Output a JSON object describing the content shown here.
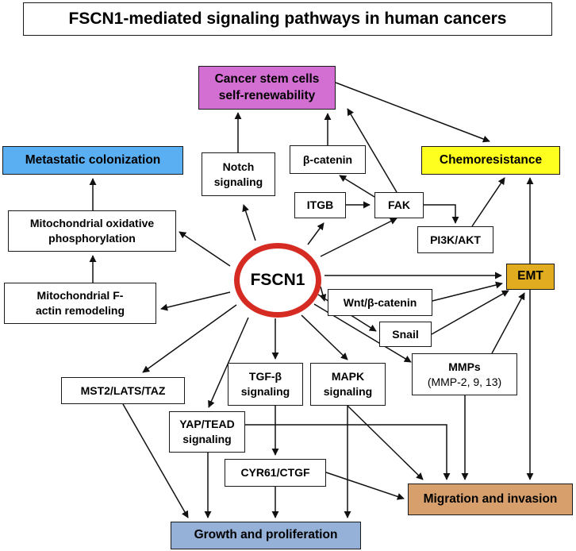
{
  "title": "FSCN1-mediated signaling pathways in human cancers",
  "hub": "FSCN1",
  "colors": {
    "hub_ring": "#d62b23",
    "cancer_stem": "#d36fd3",
    "metastatic": "#5aaef2",
    "chemoresistance": "#ffff1f",
    "emt": "#e2ac21",
    "migration": "#d79f6c",
    "growth": "#95b1d8"
  },
  "nodes": {
    "cancer_stem": [
      "Cancer stem cells",
      "self-renewability"
    ],
    "metastatic": [
      "Metastatic colonization"
    ],
    "chemoresistance": [
      "Chemoresistance"
    ],
    "notch": [
      "Notch",
      "signaling"
    ],
    "beta_catenin": [
      "β-catenin"
    ],
    "itgb": [
      "ITGB"
    ],
    "fak": [
      "FAK"
    ],
    "mito_ox": [
      "Mitochondrial oxidative",
      "phosphorylation"
    ],
    "pi3k": [
      "PI3K/AKT"
    ],
    "emt": [
      "EMT"
    ],
    "mito_actin": [
      "Mitochondrial F-",
      "actin remodeling"
    ],
    "wnt": [
      "Wnt/β-catenin"
    ],
    "snail": [
      "Snail"
    ],
    "mst2": [
      "MST2/LATS/TAZ"
    ],
    "tgf": [
      "TGF-β",
      "signaling"
    ],
    "mapk": [
      "MAPK",
      "signaling"
    ],
    "mmps": [
      "MMPs",
      "(MMP-2, 9, 13)"
    ],
    "yap": [
      "YAP/TEAD",
      "signaling"
    ],
    "cyr61": [
      "CYR61/CTGF"
    ],
    "migration": [
      "Migration and invasion"
    ],
    "growth": [
      "Growth and proliferation"
    ]
  },
  "edges": [
    [
      "hub",
      "notch"
    ],
    [
      "hub",
      "itgb"
    ],
    [
      "hub",
      "fak"
    ],
    [
      "hub",
      "mito_ox"
    ],
    [
      "hub",
      "mito_actin"
    ],
    [
      "hub",
      "emt"
    ],
    [
      "hub",
      "wnt"
    ],
    [
      "hub",
      "snail"
    ],
    [
      "hub",
      "mmps"
    ],
    [
      "hub",
      "mapk"
    ],
    [
      "hub",
      "tgf"
    ],
    [
      "hub",
      "yap"
    ],
    [
      "hub",
      "mst2"
    ],
    [
      "mito_actin",
      "mito_ox"
    ],
    [
      "mito_ox",
      "metastatic"
    ],
    [
      "notch",
      "cancer_stem"
    ],
    [
      "beta_catenin",
      "cancer_stem"
    ],
    [
      "fak",
      "cancer_stem"
    ],
    [
      "cancer_stem",
      "chemoresistance"
    ],
    [
      "fak",
      "beta_catenin"
    ],
    [
      "itgb",
      "fak"
    ],
    [
      "fak",
      "pi3k"
    ],
    [
      "pi3k",
      "chemoresistance"
    ],
    [
      "emt",
      "chemoresistance"
    ],
    [
      "wnt",
      "emt"
    ],
    [
      "snail",
      "emt"
    ],
    [
      "mmps",
      "emt"
    ],
    [
      "emt",
      "migration"
    ],
    [
      "mmps",
      "migration"
    ],
    [
      "mapk",
      "migration"
    ],
    [
      "yap",
      "migration"
    ],
    [
      "cyr61",
      "migration"
    ],
    [
      "tgf",
      "cyr61"
    ],
    [
      "yap",
      "growth"
    ],
    [
      "cyr61",
      "growth"
    ],
    [
      "mapk",
      "growth"
    ],
    [
      "mst2",
      "growth"
    ]
  ]
}
